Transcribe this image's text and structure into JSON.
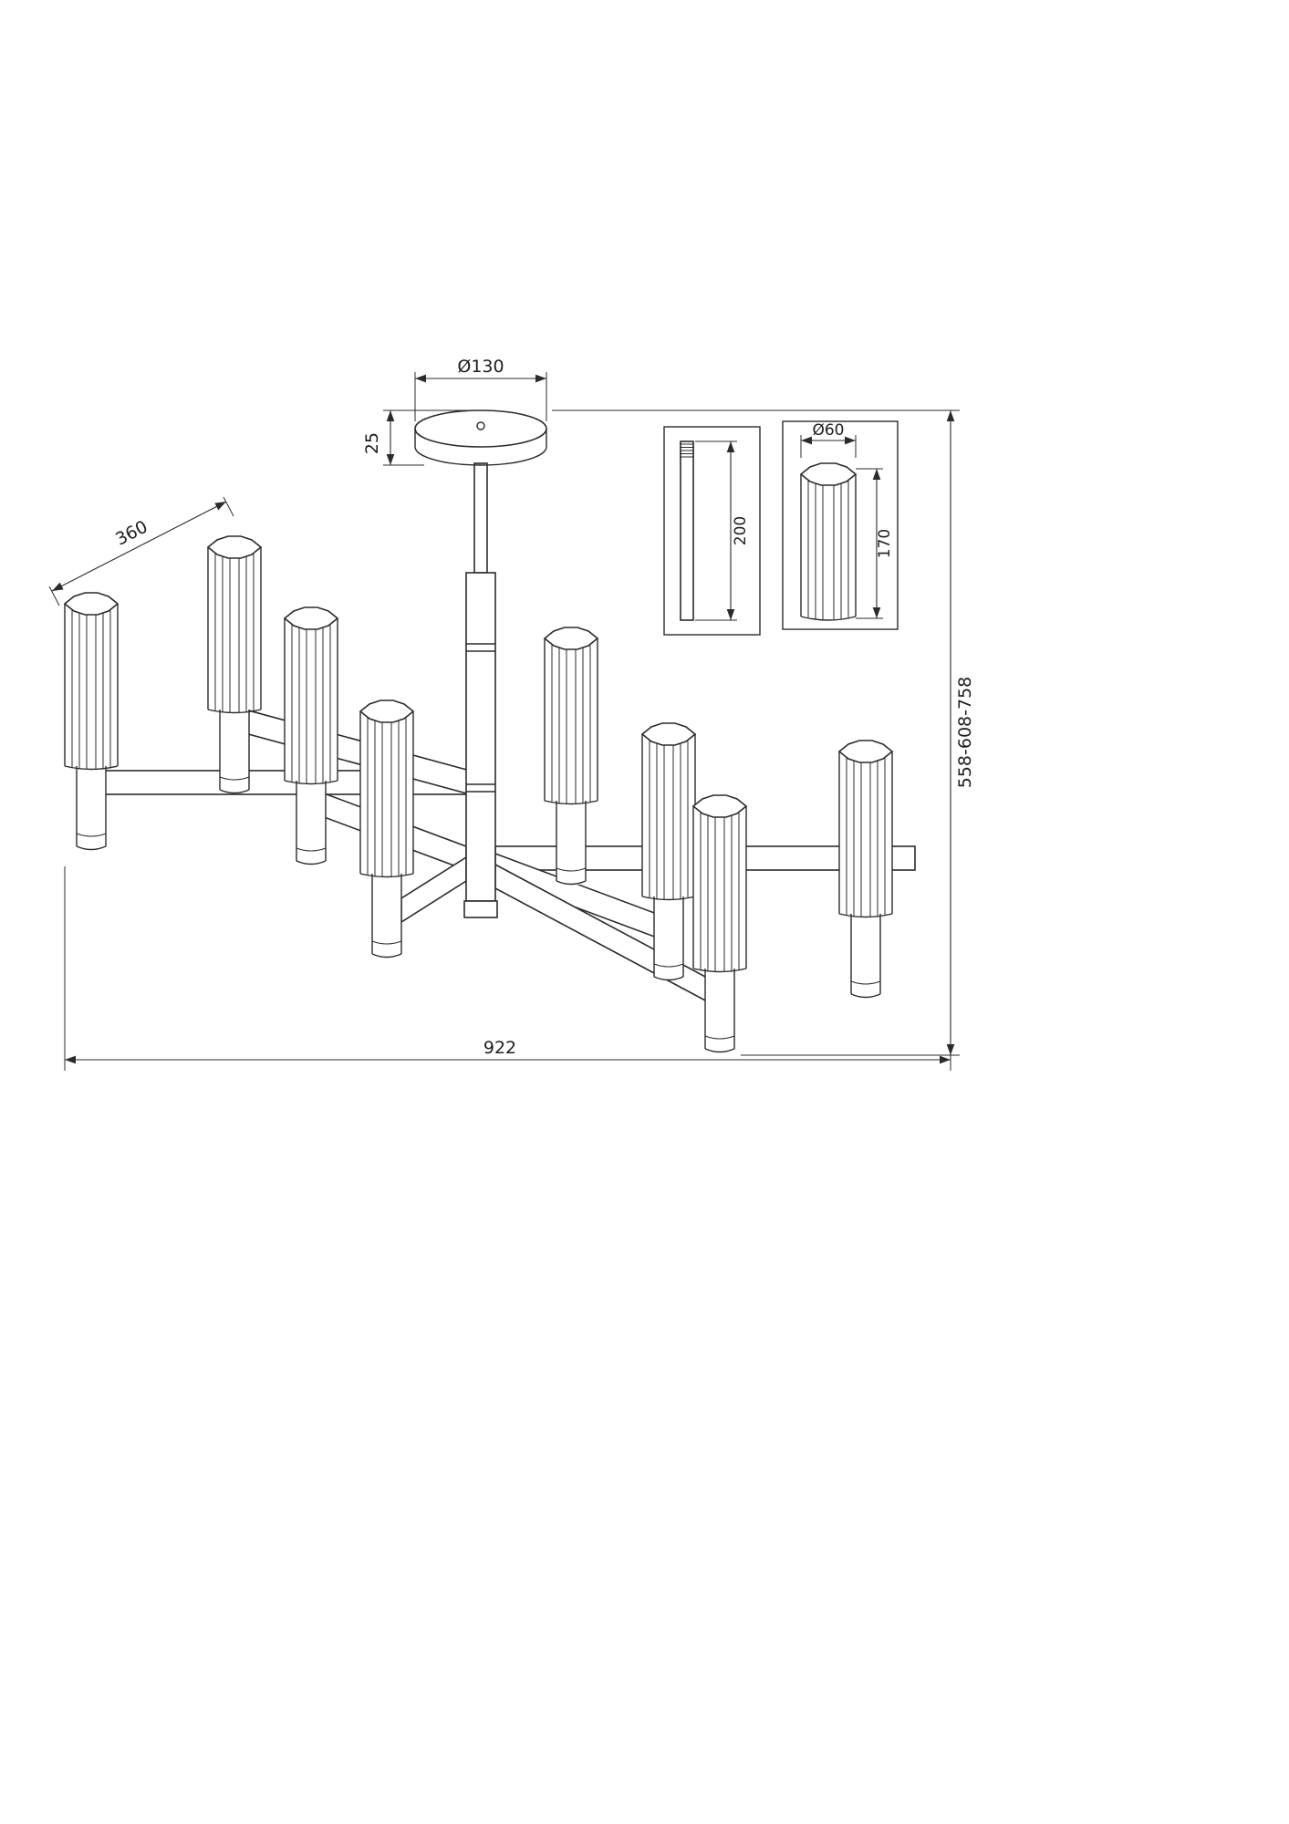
{
  "dimensions": {
    "canopy_diameter": "Ø130",
    "canopy_height": "25",
    "arm_length": "360",
    "overall_width": "922",
    "overall_height_range": "558-608-758",
    "rod_detail_length": "200",
    "shade_detail_diameter": "Ø60",
    "shade_detail_height": "170"
  }
}
